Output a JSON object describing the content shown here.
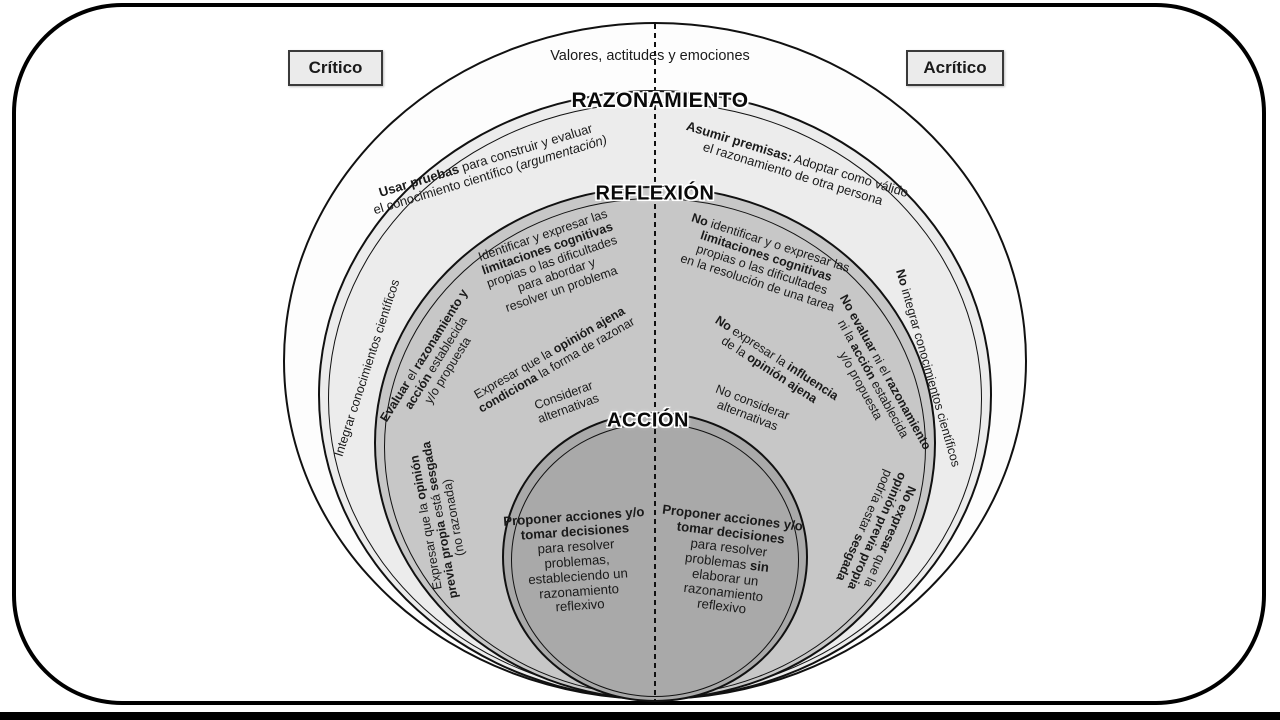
{
  "side_boxes": {
    "left": "Crítico",
    "right": "Acrítico"
  },
  "rings": {
    "outer_label": "Valores, actitudes y emociones",
    "razonamiento_label": "RAZONAMIENTO",
    "reflexion_label": "REFLEXIÓN",
    "accion_label": "ACCIÓN"
  },
  "colors": {
    "outer_fill": "#fdfdfd",
    "razonamiento_fill": "#ececec",
    "reflexion_fill": "#c7c7c7",
    "accion_fill": "#a9a9a9",
    "line": "#111111"
  },
  "critico_side": {
    "usar_pruebas": [
      [
        {
          "t": "Usar pruebas",
          "b": true
        },
        {
          "t": " para construir y evaluar"
        }
      ],
      [
        {
          "t": "el conocimiento científico ("
        },
        {
          "t": "argumentación",
          "i": true
        },
        {
          "t": ")",
          "i": true
        }
      ]
    ],
    "integrar": [
      [
        {
          "t": "Integrar conocimientos científicos"
        }
      ]
    ],
    "identificar": [
      [
        {
          "t": "Identificar y expresar las"
        }
      ],
      [
        {
          "t": "limitaciones cognitivas",
          "b": true
        }
      ],
      [
        {
          "t": "propias o las dificultades"
        }
      ],
      [
        {
          "t": "para abordar y"
        }
      ],
      [
        {
          "t": "resolver un problema"
        }
      ]
    ],
    "evaluar": [
      [
        {
          "t": "Evaluar",
          "b": true
        },
        {
          "t": " el "
        },
        {
          "t": "razonamiento y",
          "b": true
        }
      ],
      [
        {
          "t": "acción",
          "b": true
        },
        {
          "t": " establecida"
        }
      ],
      [
        {
          "t": "y/o propuesta"
        }
      ]
    ],
    "opinion_ajena": [
      [
        {
          "t": "Expresar que la "
        },
        {
          "t": "opinión ajena",
          "b": true
        }
      ],
      [
        {
          "t": "condiciona",
          "b": true
        },
        {
          "t": " la forma de razonar"
        }
      ]
    ],
    "considerar": [
      [
        {
          "t": "Considerar"
        }
      ],
      [
        {
          "t": "alternativas"
        }
      ]
    ],
    "opinion_sesgada": [
      [
        {
          "t": "Expresar que la "
        },
        {
          "t": "opinión",
          "b": true
        }
      ],
      [
        {
          "t": "previa propia",
          "b": true
        },
        {
          "t": " está "
        },
        {
          "t": "sesgada",
          "b": true
        }
      ],
      [
        {
          "t": "(no razonada)"
        }
      ]
    ],
    "proponer": [
      [
        {
          "t": "Proponer acciones y/o",
          "b": true
        }
      ],
      [
        {
          "t": "tomar decisiones",
          "b": true
        }
      ],
      [
        {
          "t": "para resolver"
        }
      ],
      [
        {
          "t": "problemas,"
        }
      ],
      [
        {
          "t": "estableciendo un"
        }
      ],
      [
        {
          "t": "razonamiento"
        }
      ],
      [
        {
          "t": "reflexivo"
        }
      ]
    ]
  },
  "acritico_side": {
    "asumir_premisas": [
      [
        {
          "t": "Asumir premisas:",
          "b": true
        },
        {
          "t": " Adoptar como válido"
        }
      ],
      [
        {
          "t": "el razonamiento de otra persona"
        }
      ]
    ],
    "no_integrar": [
      [
        {
          "t": "No",
          "b": true
        },
        {
          "t": " integrar conocimientos científicos"
        }
      ]
    ],
    "no_identificar": [
      [
        {
          "t": "No",
          "b": true
        },
        {
          "t": " identificar  y o expresar las"
        }
      ],
      [
        {
          "t": "limitaciones cognitivas",
          "b": true
        }
      ],
      [
        {
          "t": "propias o las dificultades"
        }
      ],
      [
        {
          "t": "en la resolución de una tarea"
        }
      ]
    ],
    "no_evaluar": [
      [
        {
          "t": "No evaluar",
          "b": true
        },
        {
          "t": " ni el "
        },
        {
          "t": "razonamiento",
          "b": true
        }
      ],
      [
        {
          "t": "ni la "
        },
        {
          "t": "acción",
          "b": true
        },
        {
          "t": " establecida"
        }
      ],
      [
        {
          "t": "y/o propuesta"
        }
      ]
    ],
    "no_opinion_ajena": [
      [
        {
          "t": "No",
          "b": true
        },
        {
          "t": " expresar la "
        },
        {
          "t": "influencia",
          "b": true
        }
      ],
      [
        {
          "t": "de la "
        },
        {
          "t": "opinión ajena",
          "b": true
        }
      ]
    ],
    "no_considerar": [
      [
        {
          "t": "No considerar"
        }
      ],
      [
        {
          "t": "alternativas"
        }
      ]
    ],
    "no_opinion_sesgada": [
      [
        {
          "t": "No expresar",
          "b": true
        },
        {
          "t": " que la"
        }
      ],
      [
        {
          "t": "opinión previa propia",
          "b": true
        }
      ],
      [
        {
          "t": "podría estar "
        },
        {
          "t": "sesgada",
          "b": true
        }
      ]
    ],
    "proponer_sin": [
      [
        {
          "t": "Proponer acciones y/o",
          "b": true
        }
      ],
      [
        {
          "t": "tomar decisiones",
          "b": true
        }
      ],
      [
        {
          "t": "para resolver"
        }
      ],
      [
        {
          "t": "problemas "
        },
        {
          "t": "sin",
          "b": true
        }
      ],
      [
        {
          "t": "elaborar un"
        }
      ],
      [
        {
          "t": "razonamiento"
        }
      ],
      [
        {
          "t": "reflexivo"
        }
      ]
    ]
  }
}
